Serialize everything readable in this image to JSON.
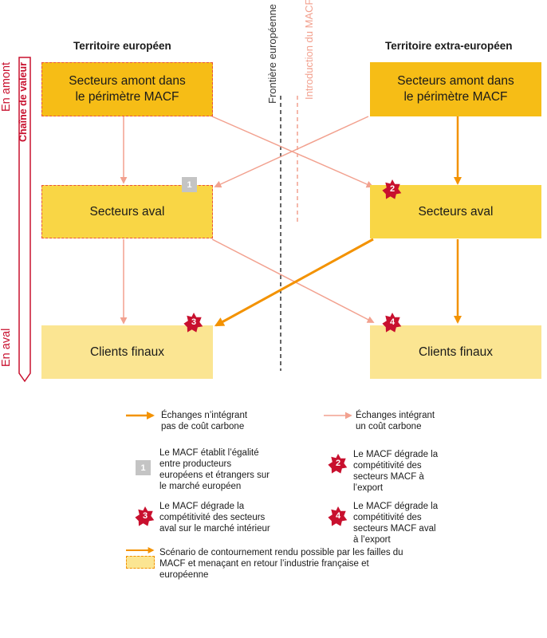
{
  "titles": {
    "left": "Territoire européen",
    "right": "Territoire extra-européen"
  },
  "axis": {
    "top": "En amont",
    "chain": "Chaîne de valeur",
    "bottom": "En aval"
  },
  "vertical_labels": {
    "frontier": "Frontière européenne",
    "intro": "Introduction du MACF"
  },
  "boxes": {
    "eu_upstream": "Secteurs amont dans le périmètre MACF",
    "eu_downstream": "Secteurs aval",
    "eu_clients": "Clients finaux",
    "ext_upstream": "Secteurs amont dans le périmètre MACF",
    "ext_downstream": "Secteurs aval",
    "ext_clients": "Clients finaux"
  },
  "markers": {
    "m1": "1",
    "m2": "2",
    "m3": "3",
    "m4": "4"
  },
  "legend": {
    "no_carbon": "Échanges n’intégrant pas de coût carbone",
    "with_carbon": "Échanges intégrant un coût carbone",
    "l1": "Le MACF établit l’égalité entre producteurs européens et étrangers sur le marché européen",
    "l2": "Le MACF dégrade la compétitivité des secteurs MACF à l’export",
    "l3": "Le MACF dégrade la compétitivité des secteurs aval sur le marché intérieur",
    "l4": "Le MACF dégrade la compétitivité des secteurs MACF aval à l’export",
    "scenario": "Scénario de contournement rendu possible par les failles du MACF et menaçant en retour l’industrie française et européenne"
  },
  "colors": {
    "orange": "#f39200",
    "salmon": "#f2a18f",
    "red": "#c8102e",
    "upstream": "#f6bd16",
    "downstream": "#f9d645",
    "clients": "#fbe592",
    "grey": "#c4c4c4"
  }
}
